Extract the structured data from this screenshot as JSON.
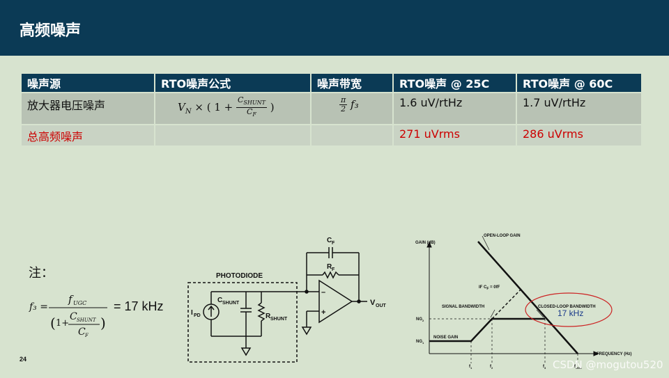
{
  "title": "高频噪声",
  "table": {
    "headers": [
      "噪声源",
      "RTO噪声公式",
      "噪声带宽",
      "RTO噪声 @ 25C",
      "RTO噪声 @ 60C"
    ],
    "row1": {
      "source": "放大器电压噪声",
      "bandwidth_prefix": "π",
      "bandwidth_den": "2",
      "bandwidth_var": "f₃",
      "rto25": "1.6 uV/rtHz",
      "rto60": "1.7 uV/rtHz"
    },
    "row2": {
      "source": "总高频噪声",
      "rto25": "271 uVrms",
      "rto60": "286 uVrms"
    },
    "formula": {
      "vn": "V",
      "vn_sub": "N",
      "mult": "× ( 1 +",
      "num": "C",
      "num_sub": "SHUNT",
      "den": "C",
      "den_sub": "F",
      "close": ")"
    }
  },
  "note": {
    "label": "注：",
    "lhs": "f₃ =",
    "fugc": "f",
    "fugc_sub": "UGC",
    "one_plus": "1+",
    "cshunt": "C",
    "cshunt_sub": "SHUNT",
    "cf": "C",
    "cf_sub": "F",
    "result": "= 17 kHz"
  },
  "circuit": {
    "photodiode_label": "PHOTODIODE",
    "cf": "C",
    "cf_sub": "F",
    "rf": "R",
    "rf_sub": "F",
    "cshunt": "C",
    "cshunt_sub": "SHUNT",
    "rshunt": "R",
    "rshunt_sub": "SHUNT",
    "ipd": "I",
    "ipd_sub": "PD",
    "vout": "V",
    "vout_sub": "OUT",
    "minus": "–",
    "plus": "+"
  },
  "bode": {
    "y_axis": "GAIN (dB)",
    "x_axis": "FREQUENCY (Hz)",
    "open_loop": "OPEN-LOOP GAIN",
    "if_cf": "IF C",
    "if_cf_tail": " = 0fF",
    "if_cf_sub": "F",
    "signal_bw": "SIGNAL BANDWIDTH",
    "closed_loop_bw": "CLOSED-LOOP BANDWIDTH",
    "closed_loop_value": "17 kHz",
    "noise_gain": "NOISE GAIN",
    "ng2": "NG",
    "ng2_sub": "2",
    "ng1": "NG",
    "ng1_sub": "1",
    "f1": "f",
    "f1_sub": "1",
    "f2": "f",
    "f2_sub": "2",
    "f3": "f",
    "f3_sub": "3",
    "fugc": "f",
    "fugc_sub": "UGC",
    "highlight_color": "#cc2222"
  },
  "page_number": "24",
  "watermark": "CSDN @mogutou520"
}
